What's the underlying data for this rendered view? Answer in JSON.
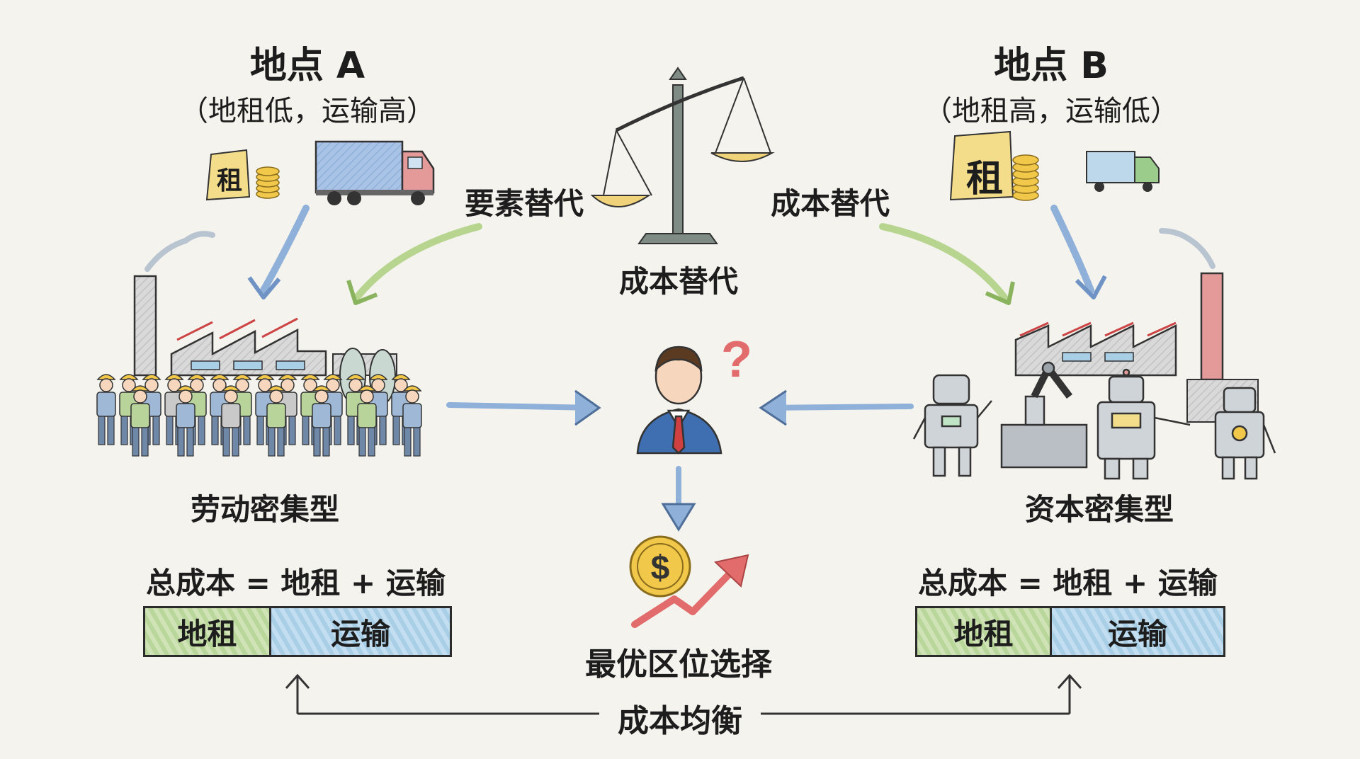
{
  "location_a": {
    "title": "地点 A",
    "subtitle": "（地租低，运输高）",
    "rent_tag": "租",
    "factory_label": "劳动密集型",
    "formula": "总成本 = 地租 + 运输",
    "bar": {
      "rent_label": "地租",
      "transport_label": "运输"
    }
  },
  "location_b": {
    "title": "地点 B",
    "subtitle": "（地租高，运输低）",
    "rent_tag": "租",
    "factory_label": "资本密集型",
    "formula": "总成本 = 地租 + 运输",
    "bar": {
      "rent_label": "地租",
      "transport_label": "运输"
    }
  },
  "center": {
    "left_arrow_label": "要素替代",
    "right_arrow_label": "成本替代",
    "scale_label": "成本替代",
    "decision_label": "最优区位选择",
    "bottom_label": "成本均衡",
    "question_mark": "?",
    "coin_symbol": "$"
  },
  "colors": {
    "rent_green": "#b9d79a",
    "transport_blue": "#a9cfe6",
    "arrow_blue": "#8fb0d8",
    "arrow_green": "#b7d58f",
    "rent_tag_yellow": "#f3dc8a",
    "coin_gold": "#f2c84b",
    "trend_red": "#e26b6b",
    "suit_blue": "#3f6fb0"
  }
}
